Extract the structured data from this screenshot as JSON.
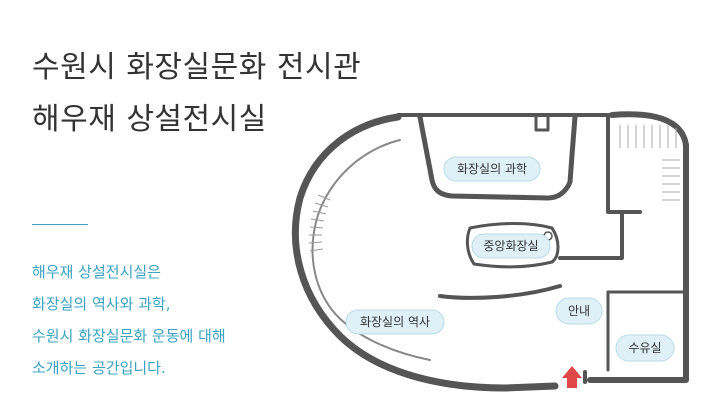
{
  "header": {
    "title_line1": "수원시 화장실문화 전시관",
    "title_line2": "해우재 상설전시실"
  },
  "description": {
    "lines": [
      "해우재 상설전시실은",
      "화장실의 역사와 과학,",
      "수원시 화장실문화 운동에 대해",
      "소개하는 공간입니다."
    ]
  },
  "floorplan": {
    "rooms": {
      "science": "화장실의 과학",
      "central": "중앙화장실",
      "history": "화장실의 역사",
      "info": "안내",
      "nursing": "수유실"
    }
  },
  "colors": {
    "wall": "#555555",
    "label_fill": "#dff0f7",
    "label_stroke": "#b8dcea",
    "accent": "#3aa3c2",
    "entrance_arrow": "#e04848"
  }
}
